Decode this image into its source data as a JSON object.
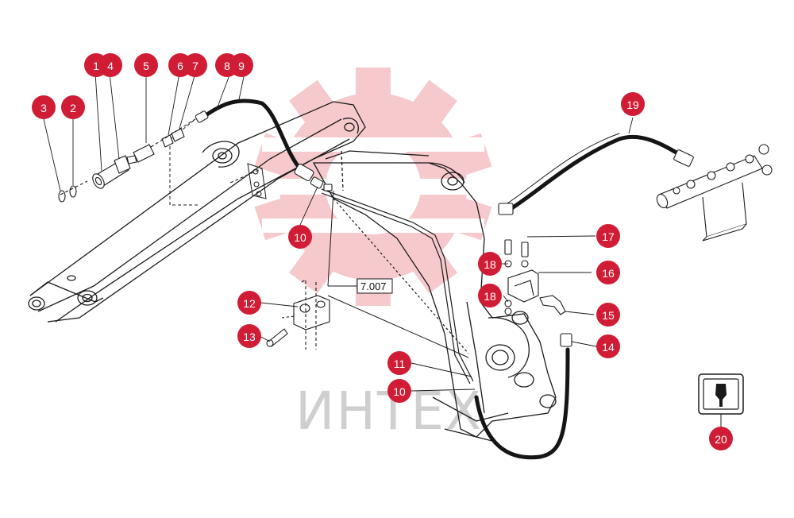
{
  "watermark": {
    "text": "ИНТЕХ",
    "gear_color": "#f6c9cc",
    "text_color": "#cfcfcf"
  },
  "colors": {
    "callout": "#d01c35",
    "line": "#1a1a1a",
    "hose": "#151515"
  },
  "reference": {
    "label": "7.007"
  },
  "callouts": [
    {
      "id": "c1",
      "label": "1"
    },
    {
      "id": "c4",
      "label": "4"
    },
    {
      "id": "c5",
      "label": "5"
    },
    {
      "id": "c6",
      "label": "6"
    },
    {
      "id": "c7",
      "label": "7"
    },
    {
      "id": "c8",
      "label": "8"
    },
    {
      "id": "c9",
      "label": "9"
    },
    {
      "id": "c3",
      "label": "3"
    },
    {
      "id": "c2",
      "label": "2"
    },
    {
      "id": "c10a",
      "label": "10"
    },
    {
      "id": "c12",
      "label": "12"
    },
    {
      "id": "c13",
      "label": "13"
    },
    {
      "id": "c11",
      "label": "11"
    },
    {
      "id": "c10b",
      "label": "10"
    },
    {
      "id": "c19",
      "label": "19"
    },
    {
      "id": "c17",
      "label": "17"
    },
    {
      "id": "c18a",
      "label": "18"
    },
    {
      "id": "c16",
      "label": "16"
    },
    {
      "id": "c18b",
      "label": "18"
    },
    {
      "id": "c15",
      "label": "15"
    },
    {
      "id": "c14",
      "label": "14"
    },
    {
      "id": "c20",
      "label": "20"
    }
  ],
  "icons": {
    "symbol_box": "hydraulic-symbol-icon"
  }
}
